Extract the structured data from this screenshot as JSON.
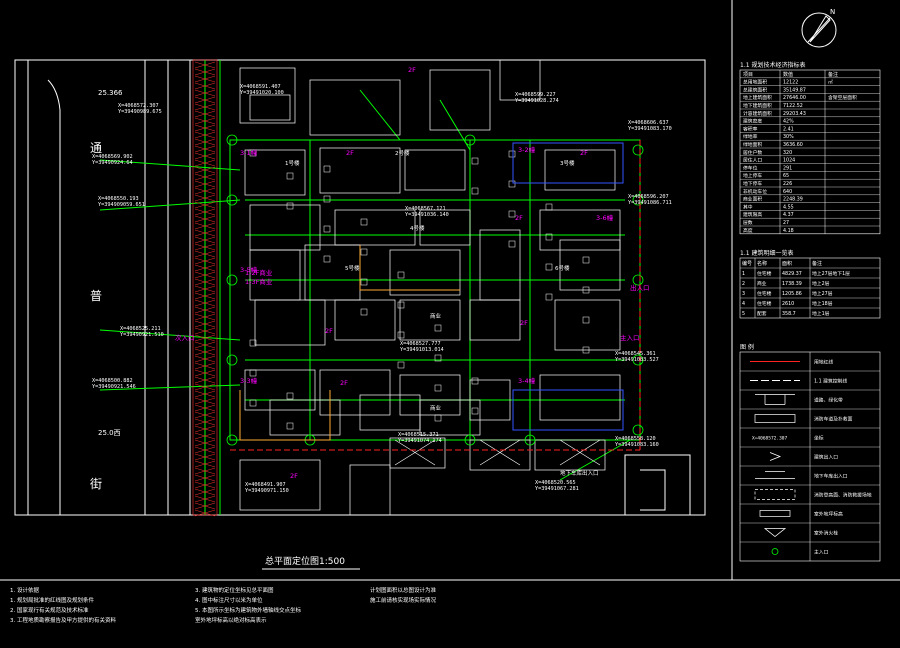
{
  "colors": {
    "background": "#000000",
    "frame": "#ffffff",
    "building": "#ffffff",
    "road": "#00ff00",
    "label_magenta": "#ff00ff",
    "hatch": "#ff3333",
    "coord_text": "#ffffff",
    "dimension": "#ffff00",
    "boundary_blue": "#3355ff",
    "orange": "#ffaa33",
    "red_line": "#ff2222"
  },
  "drawing_title": "总平面定位图1:500",
  "street": {
    "name_chars": [
      "通",
      "普",
      "街"
    ],
    "elevation_top": "25.366",
    "elevation_bottom": "25.0西"
  },
  "coordinates": [
    {
      "x": "X=4068572.307",
      "y": "Y=39490989.675"
    },
    {
      "x": "X=4068569.902",
      "y": "Y=39490924.64"
    },
    {
      "x": "X=4068550.193",
      "y": "Y=394909059.651"
    },
    {
      "x": "X=4068525.211",
      "y": "Y=39490921.510"
    },
    {
      "x": "X=4068500.882",
      "y": "Y=39490921.546"
    },
    {
      "x": "X=4068591.407",
      "y": "Y=39491020.100"
    },
    {
      "x": "X=4068599.227",
      "y": "Y=39491028.274"
    },
    {
      "x": "X=4068606.637",
      "y": "Y=39491083.170"
    },
    {
      "x": "X=4068596.207",
      "y": "Y=39491086.711"
    },
    {
      "x": "X=4068567.121",
      "y": "Y=39491036.140"
    },
    {
      "x": "X=4068527.777",
      "y": "Y=39491013.014"
    },
    {
      "x": "X=4068545.361",
      "y": "Y=39491083.527"
    },
    {
      "x": "X=4068515.371",
      "y": "Y=39491074.174"
    },
    {
      "x": "X=4068520.565",
      "y": "Y=39491067.281"
    },
    {
      "x": "X=4068491.907",
      "y": "Y=39490971.150"
    },
    {
      "x": "X=4068558.120",
      "y": "Y=39491083.160"
    }
  ],
  "labels_magenta": [
    "2F",
    "2F",
    "2F",
    "2F",
    "2F",
    "2F",
    "2F",
    "2F",
    "3-1幢",
    "3-2幢",
    "3-3幢",
    "3-4幢",
    "3-5幢",
    "3-6幢",
    "1-2F商业",
    "1-3F商业",
    "出入口",
    "主入口",
    "次入口"
  ],
  "labels_white": [
    "1号楼",
    "2号楼",
    "3号楼",
    "4号楼",
    "5号楼",
    "6号楼",
    "商业",
    "商业",
    "地下车库出入口"
  ],
  "table1": {
    "title": "1.1  规划技术经济指标表",
    "header": [
      "项目",
      "数值",
      "备注"
    ],
    "rows": [
      [
        "总用地面积",
        "12122",
        "㎡"
      ],
      [
        "总建筑面积",
        "35149.87",
        ""
      ],
      [
        "地上建筑面积",
        "27646.00",
        "含架空层面积"
      ],
      [
        "地下建筑面积",
        "7122.52",
        ""
      ],
      [
        "计容建筑面积",
        "29203.43",
        ""
      ],
      [
        "建筑密度",
        "42%",
        ""
      ],
      [
        "容积率",
        "2.41",
        ""
      ],
      [
        "绿地率",
        "30%",
        ""
      ],
      [
        "绿地面积",
        "3636.60",
        ""
      ],
      [
        "居住户数",
        "320",
        ""
      ],
      [
        "居住人口",
        "1024",
        ""
      ],
      [
        "停车位",
        "291",
        ""
      ],
      [
        "地上停车",
        "65",
        ""
      ],
      [
        "地下停车",
        "226",
        ""
      ],
      [
        "非机动车位",
        "640",
        ""
      ],
      [
        "商业面积",
        "2248.39",
        ""
      ],
      [
        "其中",
        "4.55",
        ""
      ],
      [
        "建筑限高",
        "4.37",
        ""
      ],
      [
        "层数",
        "27",
        ""
      ],
      [
        "高度",
        "4.18",
        ""
      ]
    ]
  },
  "table2": {
    "title": "1.1  建筑明细一览表",
    "header": [
      "编号",
      "名称",
      "面积",
      "备注"
    ],
    "rows": [
      [
        "1",
        "住宅楼",
        "4829.37",
        "地上27层地下1层"
      ],
      [
        "2",
        "商业",
        "1738.39",
        "地上2层"
      ],
      [
        "3",
        "住宅楼",
        "1205.86",
        "地上27层"
      ],
      [
        "4",
        "住宅楼",
        "2610",
        "地上18层"
      ],
      [
        "5",
        "配套",
        "358.7",
        "地上1层"
      ]
    ]
  },
  "legend": {
    "title": "图  例",
    "items": [
      "用地红线",
      "1.1  建筑控制线",
      "道路、绿化带",
      "消防车道及扑救面",
      "坐标",
      "建筑出入口",
      "地下车库出入口",
      "消防登高面、消防救援场地",
      "室外地坪标高",
      "室外消火栓",
      "主入口"
    ]
  },
  "notes": {
    "col1": [
      "1. 设计依据",
      "1. 规划局批准的红线图及规划条件",
      "2. 国家现行有关规范及技术标准",
      "3. 工程地质勘察报告及甲方提供的有关资料"
    ],
    "col2": [
      "3. 建筑物的定位坐标见总平面图",
      "4. 图中标注尺寸以米为单位",
      "5. 本图所示坐标为建筑物外墙轴线交点坐标",
      "   室外地坪标高以绝对标高表示"
    ],
    "col3": [
      "计划图面积以总图设计为准",
      "施工前请核实现场实际情况"
    ]
  },
  "compass": "N"
}
